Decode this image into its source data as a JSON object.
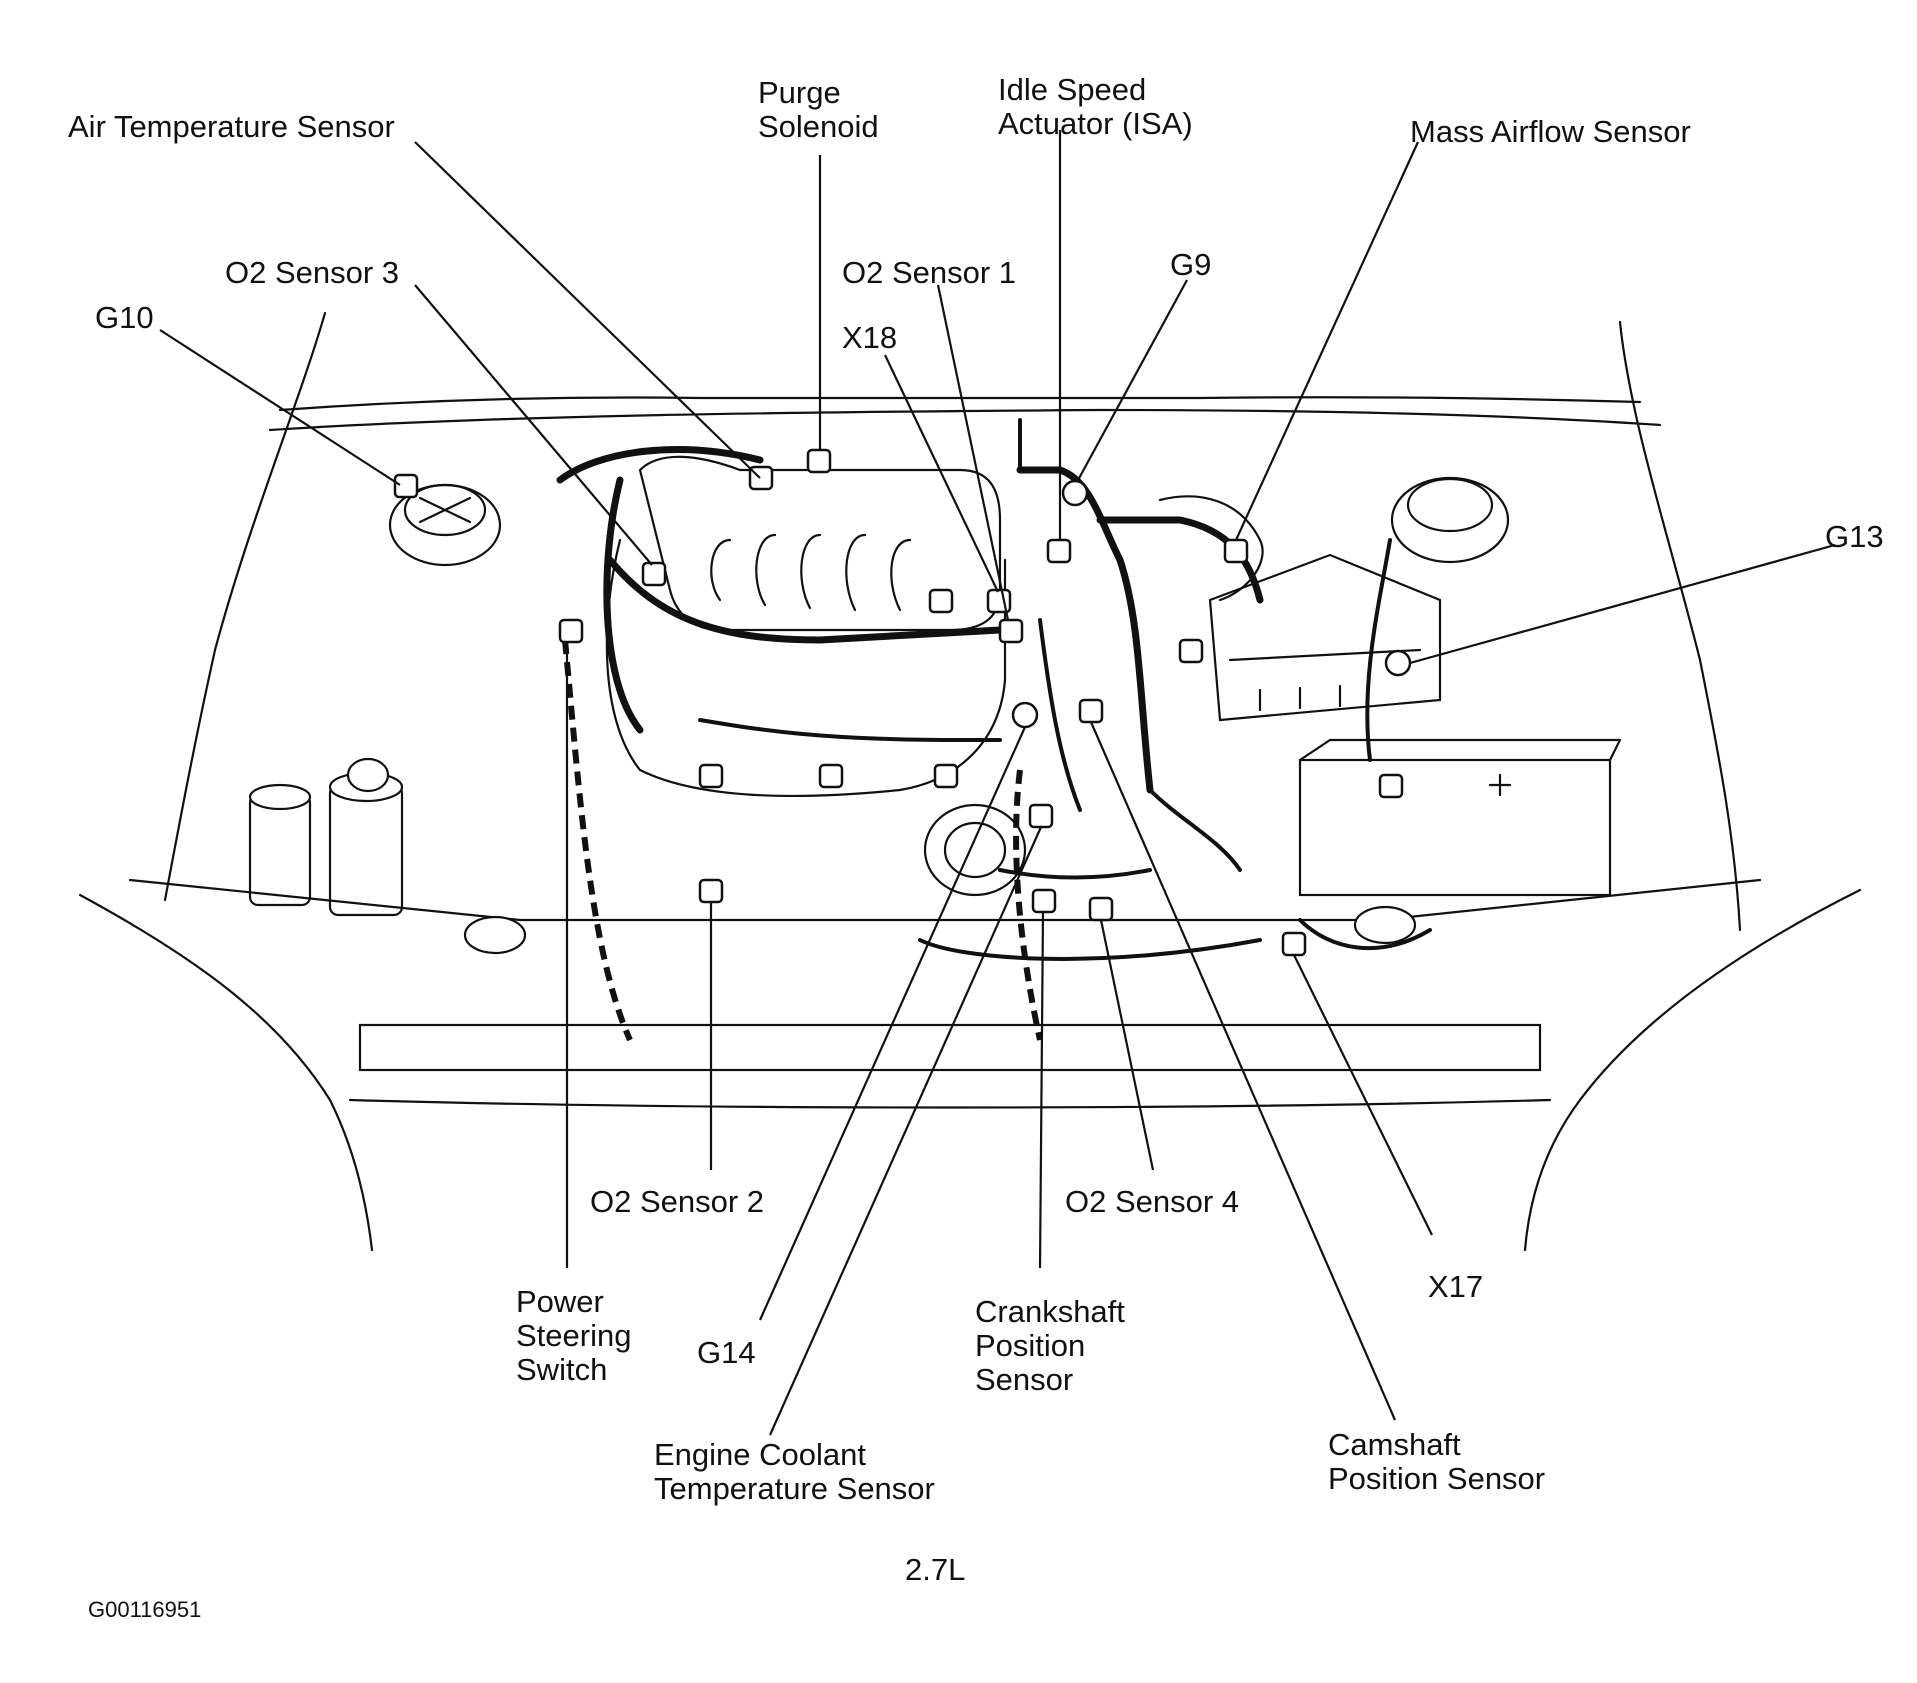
{
  "diagram": {
    "engine_label": "2.7L",
    "figure_id": "G00116951",
    "labels": {
      "air_temp_sensor": "Air Temperature Sensor",
      "purge_solenoid": [
        "Purge",
        "Solenoid"
      ],
      "idle_speed_actuator": [
        "Idle Speed",
        "Actuator (ISA)"
      ],
      "mass_airflow_sensor": "Mass Airflow Sensor",
      "o2_sensor_3": "O2 Sensor 3",
      "o2_sensor_1": "O2 Sensor 1",
      "g9": "G9",
      "g10": "G10",
      "x18": "X18",
      "g13": "G13",
      "o2_sensor_2": "O2 Sensor 2",
      "o2_sensor_4": "O2 Sensor 4",
      "x17": "X17",
      "power_steering_switch": [
        "Power",
        "Steering",
        "Switch"
      ],
      "g14": "G14",
      "crankshaft_position_sensor": [
        "Crankshaft",
        "Position",
        "Sensor"
      ],
      "engine_coolant_temp_sensor": [
        "Engine Coolant",
        "Temperature Sensor"
      ],
      "camshaft_position_sensor": [
        "Camshaft",
        "Position Sensor"
      ]
    }
  }
}
